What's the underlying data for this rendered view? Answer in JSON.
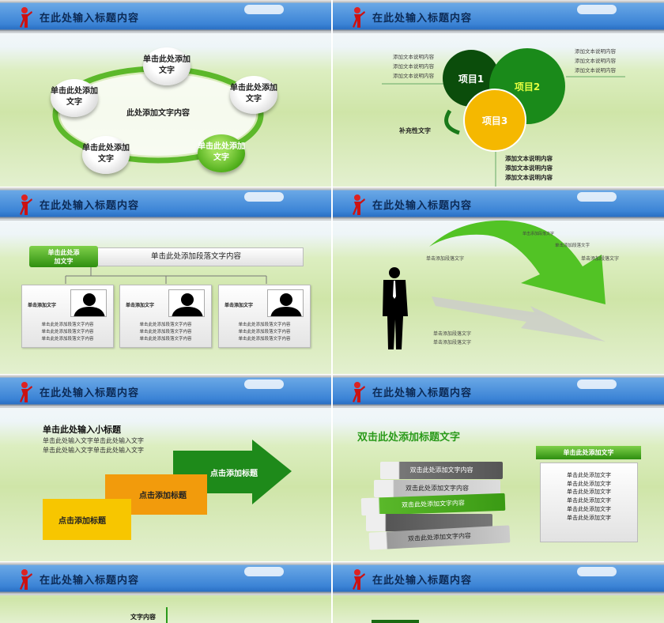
{
  "header_title": "在此处输入标题内容",
  "colors": {
    "header_blue": "#3c84d6",
    "green": "#3fa51a",
    "dark_green": "#0b4d0b",
    "yellow": "#f5b800",
    "orange": "#f29b0c"
  },
  "slide1": {
    "center": "此处添加文字内容",
    "nodes": [
      "单击此处添加文字",
      "单击此处添加文字",
      "单击此处添加文字",
      "单击此处添加文字",
      "单击此处添加文字"
    ]
  },
  "slide2": {
    "items": [
      "项目1",
      "项目2",
      "项目3"
    ],
    "left_texts": [
      "添加文本说明内容",
      "添加文本说明内容",
      "添加文本说明内容"
    ],
    "right_texts": [
      "添加文本说明内容",
      "添加文本说明内容",
      "添加文本说明内容"
    ],
    "bottom_texts": [
      "添加文本说明内容",
      "添加文本说明内容",
      "添加文本说明内容"
    ],
    "supplement": "补充性文字"
  },
  "slide3": {
    "green_box": "单击此处添加文字",
    "bar_text": "单击此处添加段落文字内容",
    "cards": [
      {
        "label": "单击添加文字",
        "lines": [
          "单击此处添加段落文字内容",
          "单击此处添加段落文字内容",
          "单击此处添加段落文字内容"
        ]
      },
      {
        "label": "单击添加文字",
        "lines": [
          "单击此处添加段落文字内容",
          "单击此处添加段落文字内容",
          "单击此处添加段落文字内容"
        ]
      },
      {
        "label": "单击添加文字",
        "lines": [
          "单击此处添加段落文字内容",
          "单击此处添加段落文字内容",
          "单击此处添加段落文字内容"
        ]
      }
    ]
  },
  "slide4": {
    "texts": [
      "单击添加段落文字",
      "单击添加段落文字",
      "单击添加段落文字",
      "单击添加段落文字",
      "单击添加段落文字",
      "单击添加段落文字"
    ]
  },
  "slide5": {
    "subtitle": "单击此处输入小标题",
    "lines": [
      "单击此处输入文字单击此处输入文字",
      "单击此处输入文字单击此处输入文字"
    ],
    "steps": [
      "点击添加标题",
      "点击添加标题",
      "点击添加标题"
    ]
  },
  "slide6": {
    "title": "双击此处添加标题文字",
    "books": [
      "双击此处添加文字内容",
      "双击此处添加文字内容",
      "双击此处添加文字内容",
      "双击此处添加文字内容"
    ],
    "box_title": "单击此处添加文字",
    "box_lines": [
      "单击此处添加文字",
      "单击此处添加文字",
      "单击此处添加文字",
      "单击此处添加文字",
      "单击此处添加文字",
      "单击此处添加文字"
    ]
  },
  "slide7": {
    "label": "文字内容"
  }
}
